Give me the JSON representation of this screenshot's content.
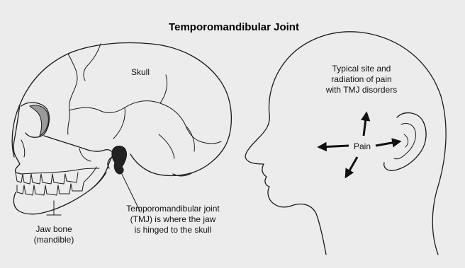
{
  "title": "Temporomandibular Joint",
  "labels": {
    "skull": "Skull",
    "jaw_bone_line1": "Jaw bone",
    "jaw_bone_line2": "(mandible)",
    "tmj_line1": "Temporomandibular joint",
    "tmj_line2": "(TMJ) is where the jaw",
    "tmj_line3": "is hinged to the skull",
    "pain_site_line1": "Typical site and",
    "pain_site_line2": "radiation of pain",
    "pain_site_line3": "with TMJ disorders",
    "pain": "Pain"
  },
  "colors": {
    "background": "#ececec",
    "line": "#1a1a1a",
    "eye_socket_fill": "#9a9a9a",
    "joint_fill": "#222222"
  },
  "icons": [
    "arrow-up-icon",
    "arrow-left-icon",
    "arrow-down-left-icon",
    "arrow-right-icon"
  ]
}
